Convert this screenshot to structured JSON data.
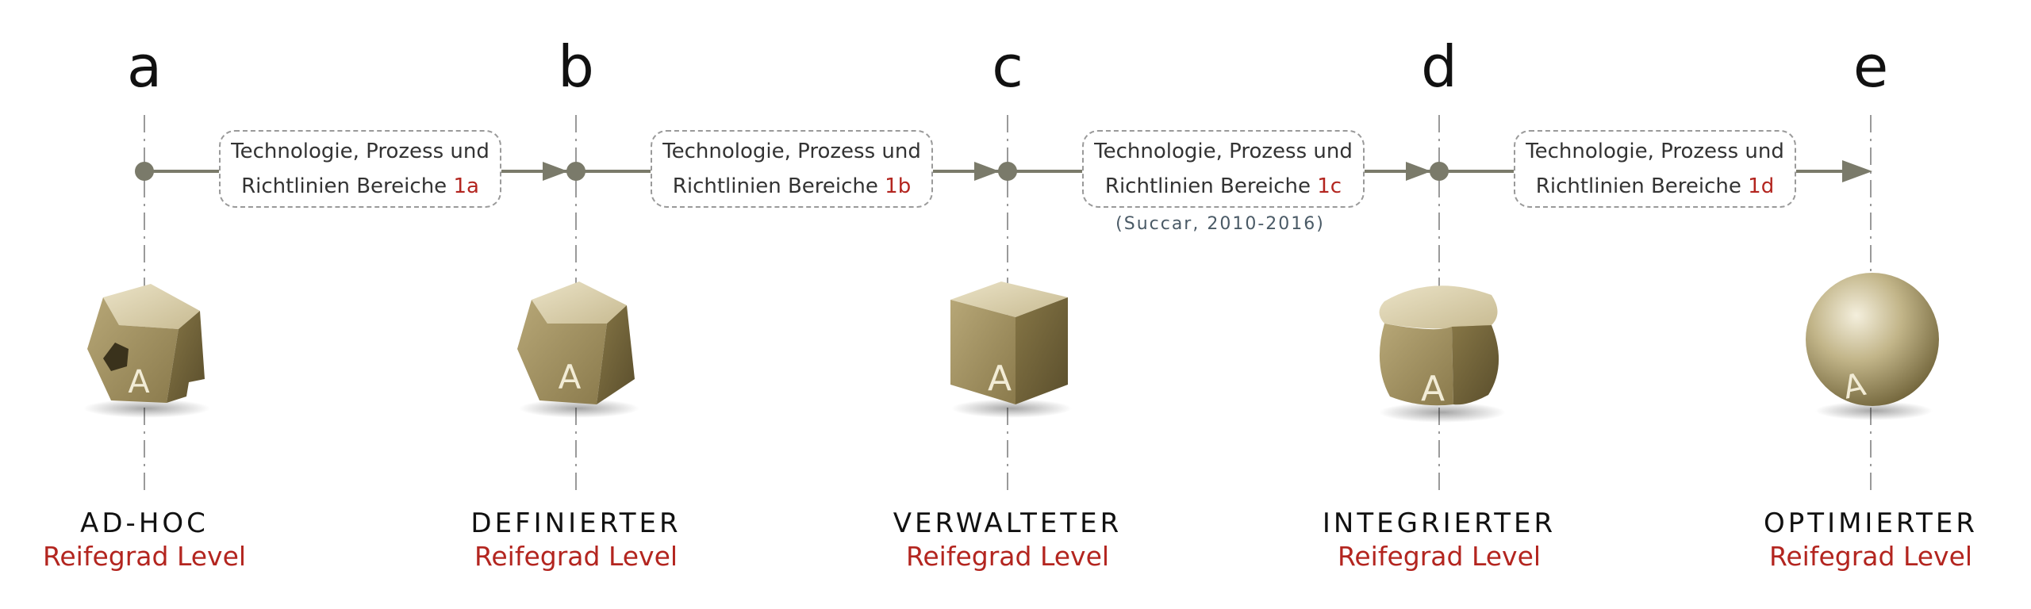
{
  "stages": [
    {
      "letter": "a",
      "name": "AD-HOC",
      "sub": "Reifegrad Level"
    },
    {
      "letter": "b",
      "name": "DEFINIERTER",
      "sub": "Reifegrad Level"
    },
    {
      "letter": "c",
      "name": "VERWALTETER",
      "sub": "Reifegrad Level"
    },
    {
      "letter": "d",
      "name": "INTEGRIERTER",
      "sub": "Reifegrad Level"
    },
    {
      "letter": "e",
      "name": "OPTIMIERTER",
      "sub": "Reifegrad Level"
    }
  ],
  "transitions": [
    {
      "line1": "Technologie, Prozess und",
      "line2": "Richtlinien Bereiche",
      "code": "1a"
    },
    {
      "line1": "Technologie, Prozess und",
      "line2": "Richtlinien Bereiche",
      "code": "1b"
    },
    {
      "line1": "Technologie, Prozess und",
      "line2": "Richtlinien Bereiche",
      "code": "1c"
    },
    {
      "line1": "Technologie, Prozess und",
      "line2": "Richtlinien Bereiche",
      "code": "1d"
    }
  ],
  "citation": "(Succar, 2010-2016)",
  "shape_label": "A",
  "colors": {
    "accent": "#b3251f",
    "line": "#7a7a6a",
    "shape": "#a8996a"
  }
}
